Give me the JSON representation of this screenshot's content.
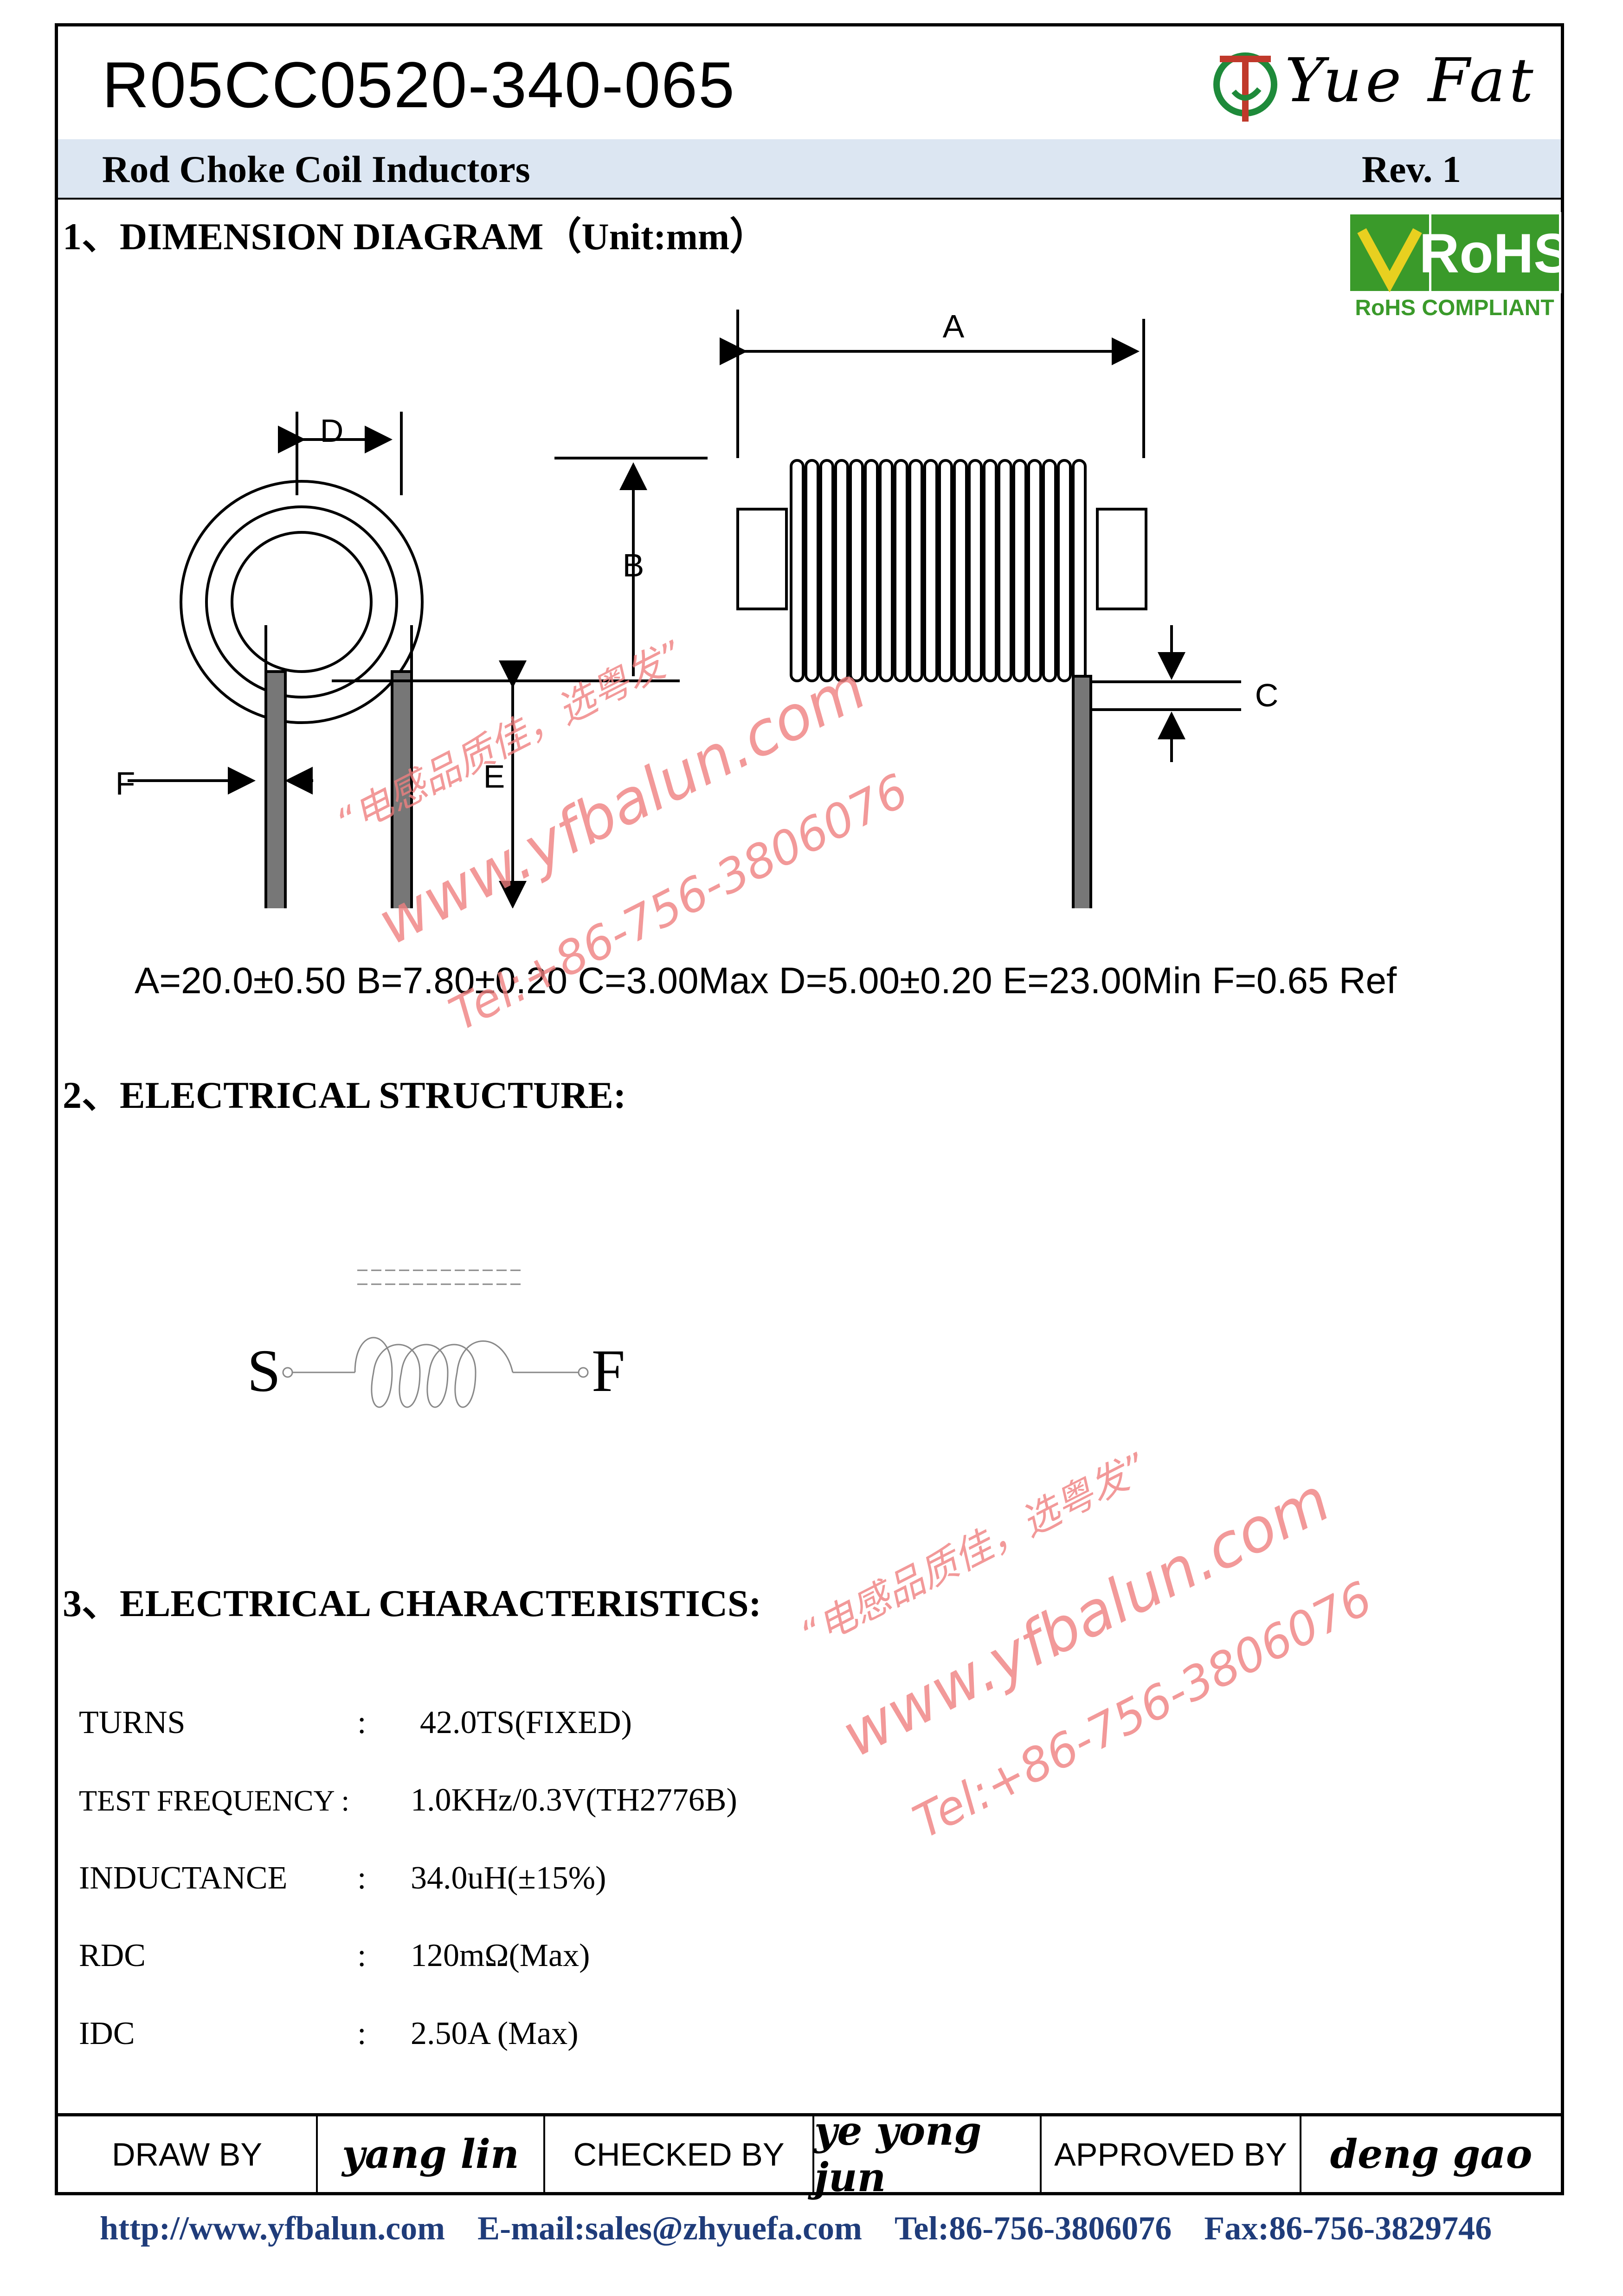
{
  "header": {
    "part_number": "R05CC0520-340-065",
    "logo_text": "Yue Fat",
    "subtitle": "Rod Choke Coil  Inductors",
    "revision": "Rev. 1"
  },
  "rohs": {
    "line1": "RoHS",
    "line2": "RoHS COMPLIANT"
  },
  "section1": {
    "heading": "1、DIMENSION DIAGRAM（Unit:mm）",
    "labels": {
      "a": "A",
      "b": "B",
      "c": "C",
      "d": "D",
      "e": "E",
      "f": "F"
    },
    "dimensions": "A=20.0±0.50  B=7.80±0.20  C=3.00Max   D=5.00±0.20  E=23.00Min  F=0.65 Ref"
  },
  "section2": {
    "heading": "2、ELECTRICAL STRUCTURE:",
    "start_label": "S",
    "finish_label": "F"
  },
  "section3": {
    "heading": "3、ELECTRICAL CHARACTERISTICS:",
    "rows": [
      {
        "label": "TURNS",
        "colon": ":",
        "value": "42.0TS(FIXED)"
      },
      {
        "label": "TEST FREQUENCY :",
        "colon": "",
        "value": "1.0KHz/0.3V(TH2776B)"
      },
      {
        "label": "INDUCTANCE",
        "colon": ":",
        "value": "34.0uH(±15%)"
      },
      {
        "label": "RDC",
        "colon": ":",
        "value": "120mΩ(Max)"
      },
      {
        "label": "IDC",
        "colon": ":",
        "value": "2.50A (Max)"
      }
    ]
  },
  "signoff": {
    "draw_label": "DRAW BY",
    "draw_name": "yang lin",
    "checked_label": "CHECKED BY",
    "checked_name": "ye yong jun",
    "approved_label": "APPROVED BY",
    "approved_name": "deng  gao"
  },
  "contact": {
    "web": "http://www.yfbalun.com",
    "email": "E-mail:sales@zhyuefa.com",
    "tel": "Tel:86-756-3806076",
    "fax": "Fax:86-756-3829746"
  },
  "watermark": {
    "slogan": "“电感品质佳，选粤发”",
    "site": "www.yfbalun.com",
    "tel": "Tel:+86-756-3806076"
  },
  "colors": {
    "subtitle_band": "#dce6f2",
    "watermark": "#f08080",
    "footer_text": "#1f3c7a",
    "rohs_green": "#3a9a2a",
    "logo_red": "#c0392b",
    "logo_green": "#1e8a3a"
  }
}
